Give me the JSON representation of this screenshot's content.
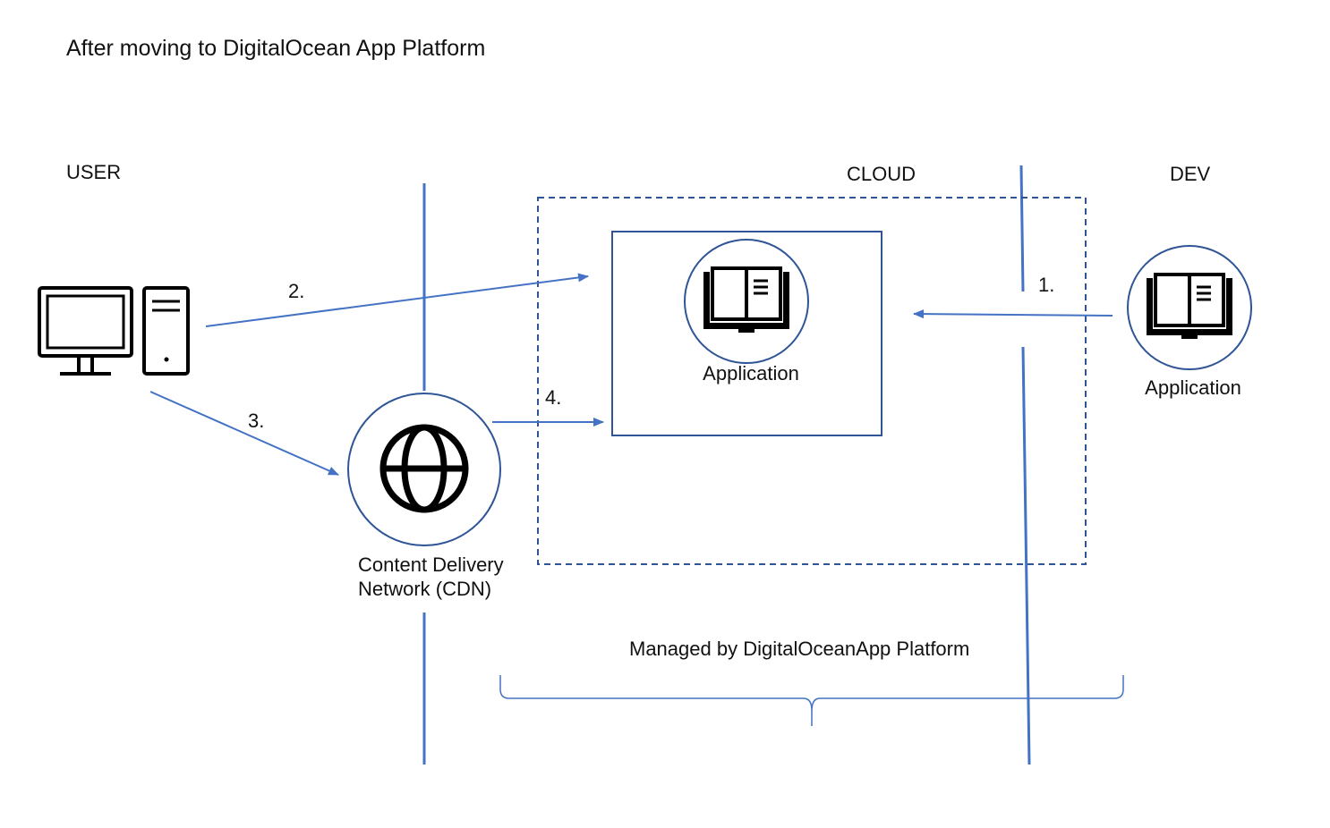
{
  "title": "After moving to DigitalOcean App Platform",
  "zones": {
    "user": "USER",
    "cloud": "CLOUD",
    "dev": "DEV"
  },
  "nodes": {
    "cloud_app": "Application",
    "dev_app": "Application",
    "cdn_line1": "Content Delivery",
    "cdn_line2": "Network (CDN)"
  },
  "steps": {
    "s1": "1.",
    "s2": "2.",
    "s3": "3.",
    "s4": "4."
  },
  "managed_label": "Managed by DigitalOceanApp Platform",
  "colors": {
    "accent": "#4472C4",
    "border": "#2F5597",
    "ink": "#000000"
  }
}
